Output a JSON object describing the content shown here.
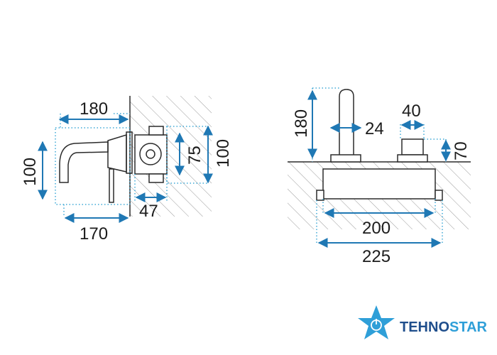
{
  "side_view": {
    "dimensions": {
      "spout_length": "180",
      "total_depth": "170",
      "height": "100",
      "box_depth": "47",
      "box_height_inner": "75",
      "box_height_outer": "100"
    }
  },
  "front_view": {
    "dimensions": {
      "spout_height": "180",
      "spout_diameter": "24",
      "handle_diameter": "40",
      "handle_height": "70",
      "plate_inner_width": "200",
      "plate_outer_width": "225"
    }
  },
  "logo": {
    "text_primary": "TEHNO",
    "text_secondary": "STAR",
    "color_primary": "#1f4e8c",
    "color_accent": "#2f9fd8",
    "icon": "star-power-icon"
  },
  "colors": {
    "line": "#2b2b2b",
    "dimension_arrow": "#1f78b4",
    "dotted_guide": "#3fa9d6",
    "hatch": "#9a9a9a"
  }
}
